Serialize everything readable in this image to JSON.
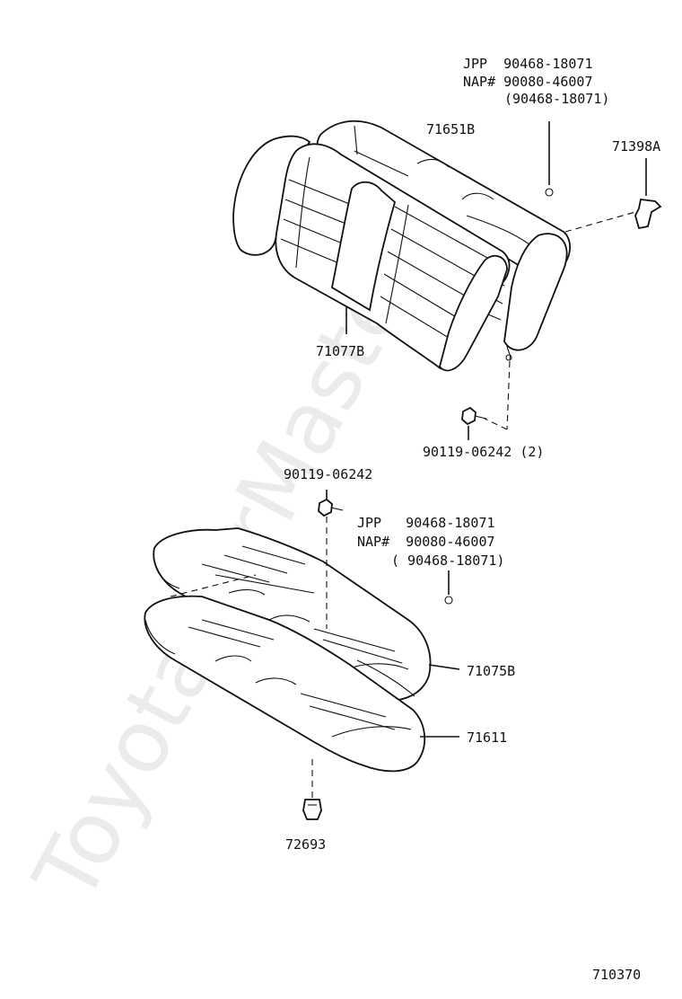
{
  "watermark": "ToyotaCarMaster.ru",
  "diagram_id": "710370",
  "labels": {
    "top_jpp": "JPP  90468-18071",
    "top_nap": "NAP# 90080-46007",
    "top_paren": "(90468-18071)",
    "backrest_cover": "71651B",
    "hook": "71398A",
    "backrest_assy": "71077B",
    "back_bolt": "90119-06242 (2)",
    "cushion_bolt": "90119-06242",
    "mid_jpp": "JPP   90468-18071",
    "mid_nap": "NAP#  90080-46007",
    "mid_paren": "( 90468-18071)",
    "cushion_assy": "71075B",
    "cushion_cover": "71611",
    "clip": "72693"
  }
}
